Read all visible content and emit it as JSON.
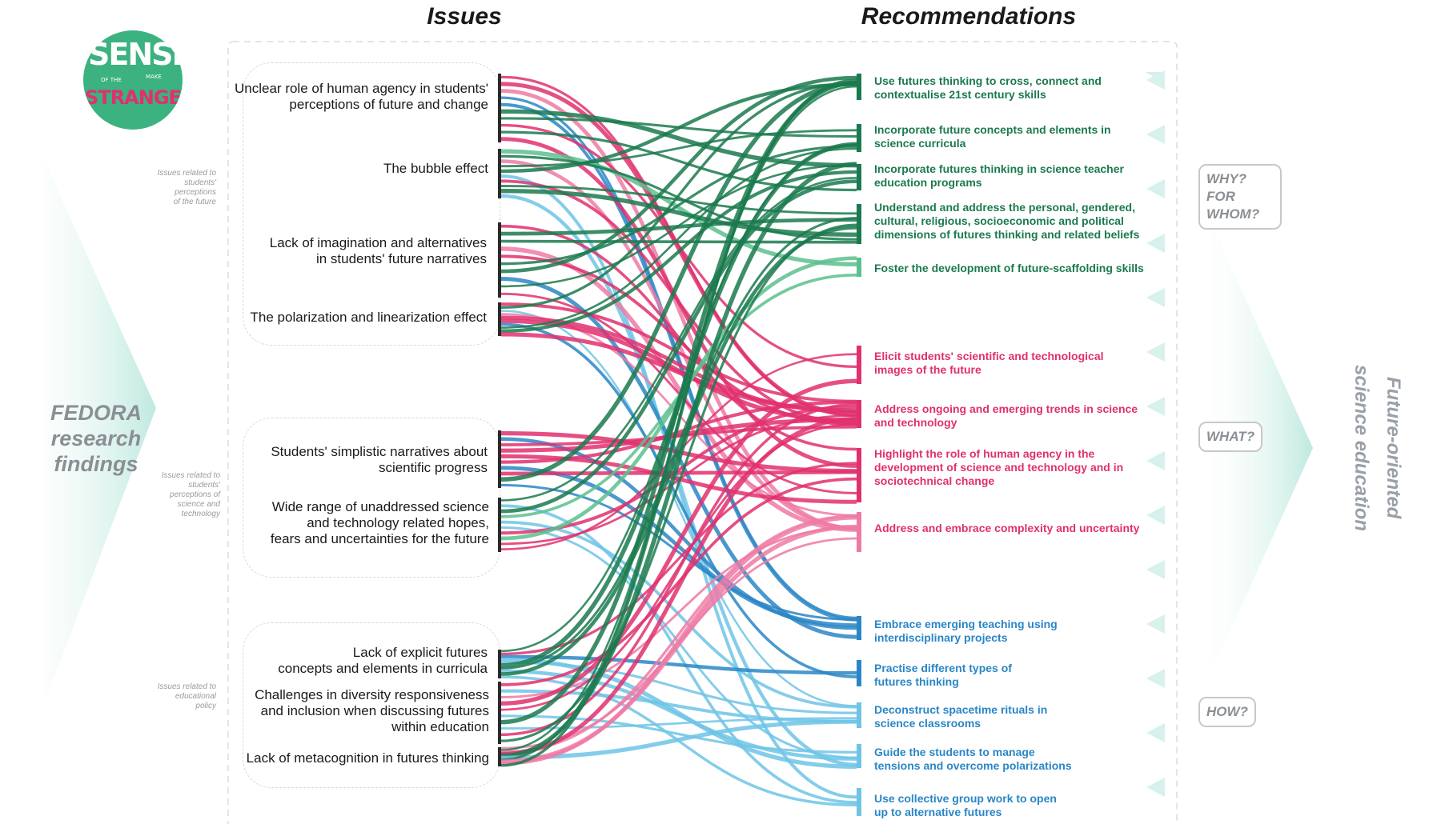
{
  "headers": {
    "issues": "Issues",
    "recommendations": "Recommendations"
  },
  "logo": {
    "word1": "SENSE",
    "word2": "STRANGE",
    "small1": "MAKE",
    "small2": "OF THE",
    "color": "#3bb27f"
  },
  "left_panel": {
    "title_line1": "FEDORA",
    "title_line2": "research",
    "title_line3": "findings"
  },
  "side_notes": [
    {
      "lines": [
        "Issues related to",
        "students'",
        "perceptions",
        "of the future"
      ]
    },
    {
      "lines": [
        "Issues related to",
        "students'",
        "perceptions of",
        "science and",
        "technology"
      ]
    },
    {
      "lines": [
        "Issues related to",
        "educational",
        "policy"
      ]
    }
  ],
  "issues": [
    {
      "lines": [
        "Unclear role of human agency in students'",
        "perceptions of future and change"
      ]
    },
    {
      "lines": [
        "The bubble effect"
      ]
    },
    {
      "lines": [
        "Lack of imagination and alternatives",
        "in students' future narratives"
      ]
    },
    {
      "lines": [
        "The polarization and linearization effect"
      ]
    },
    {
      "lines": [
        "Students' simplistic narratives about",
        "scientific progress"
      ]
    },
    {
      "lines": [
        "Wide range of unaddressed science",
        "and technology related hopes,",
        "fears and uncertainties for the future"
      ]
    },
    {
      "lines": [
        "Lack of explicit futures",
        "concepts and elements in curricula"
      ]
    },
    {
      "lines": [
        "Challenges in diversity responsiveness",
        "and inclusion when discussing futures",
        "within education"
      ]
    },
    {
      "lines": [
        "Lack of metacognition in futures thinking"
      ]
    }
  ],
  "recommendations": [
    {
      "group": "why",
      "lines": [
        "Use futures thinking to cross, connect and",
        "contextualise 21st century skills"
      ]
    },
    {
      "group": "why",
      "lines": [
        "Incorporate future concepts and elements in",
        "science curricula"
      ]
    },
    {
      "group": "why",
      "lines": [
        "Incorporate futures thinking in science teacher",
        "education programs"
      ]
    },
    {
      "group": "why",
      "lines": [
        "Understand and address the personal, gendered,",
        "cultural, religious, socioeconomic and political",
        "dimensions of futures thinking and related beliefs"
      ]
    },
    {
      "group": "why",
      "lines": [
        "Foster the development of future-scaffolding skills"
      ]
    },
    {
      "group": "what",
      "lines": [
        "Elicit students' scientific and technological",
        "images of the future"
      ]
    },
    {
      "group": "what",
      "lines": [
        "Address ongoing and emerging trends in science",
        "and technology"
      ]
    },
    {
      "group": "what",
      "lines": [
        "Highlight the role of human agency in the",
        "development of science and technology and in",
        "sociotechnical change"
      ]
    },
    {
      "group": "what",
      "lines": [
        "Address and embrace complexity and uncertainty"
      ]
    },
    {
      "group": "how",
      "lines": [
        "Embrace emerging teaching using",
        "interdisciplinary projects"
      ]
    },
    {
      "group": "how",
      "lines": [
        "Practise different types of",
        "futures thinking"
      ]
    },
    {
      "group": "how",
      "lines": [
        "Deconstruct spacetime rituals in",
        "science classrooms"
      ]
    },
    {
      "group": "how",
      "lines": [
        "Guide the students to manage",
        "tensions and overcome polarizations"
      ]
    },
    {
      "group": "how",
      "lines": [
        "Use collective group work to open",
        "up to alternative futures"
      ]
    }
  ],
  "questions": {
    "why": "WHY? FOR WHOM?",
    "what": "WHAT?",
    "how": "HOW?"
  },
  "right_panel": {
    "line1": "Future-oriented",
    "line2": "science education"
  },
  "colors": {
    "why_dark": "#1b7a4e",
    "why_light": "#5cc08e",
    "what_dark": "#e0306f",
    "what_light": "#ef7aa4",
    "how_dark": "#2a86c6",
    "how_light": "#6fc4e6",
    "fill_teal": "#d8f1ec"
  }
}
